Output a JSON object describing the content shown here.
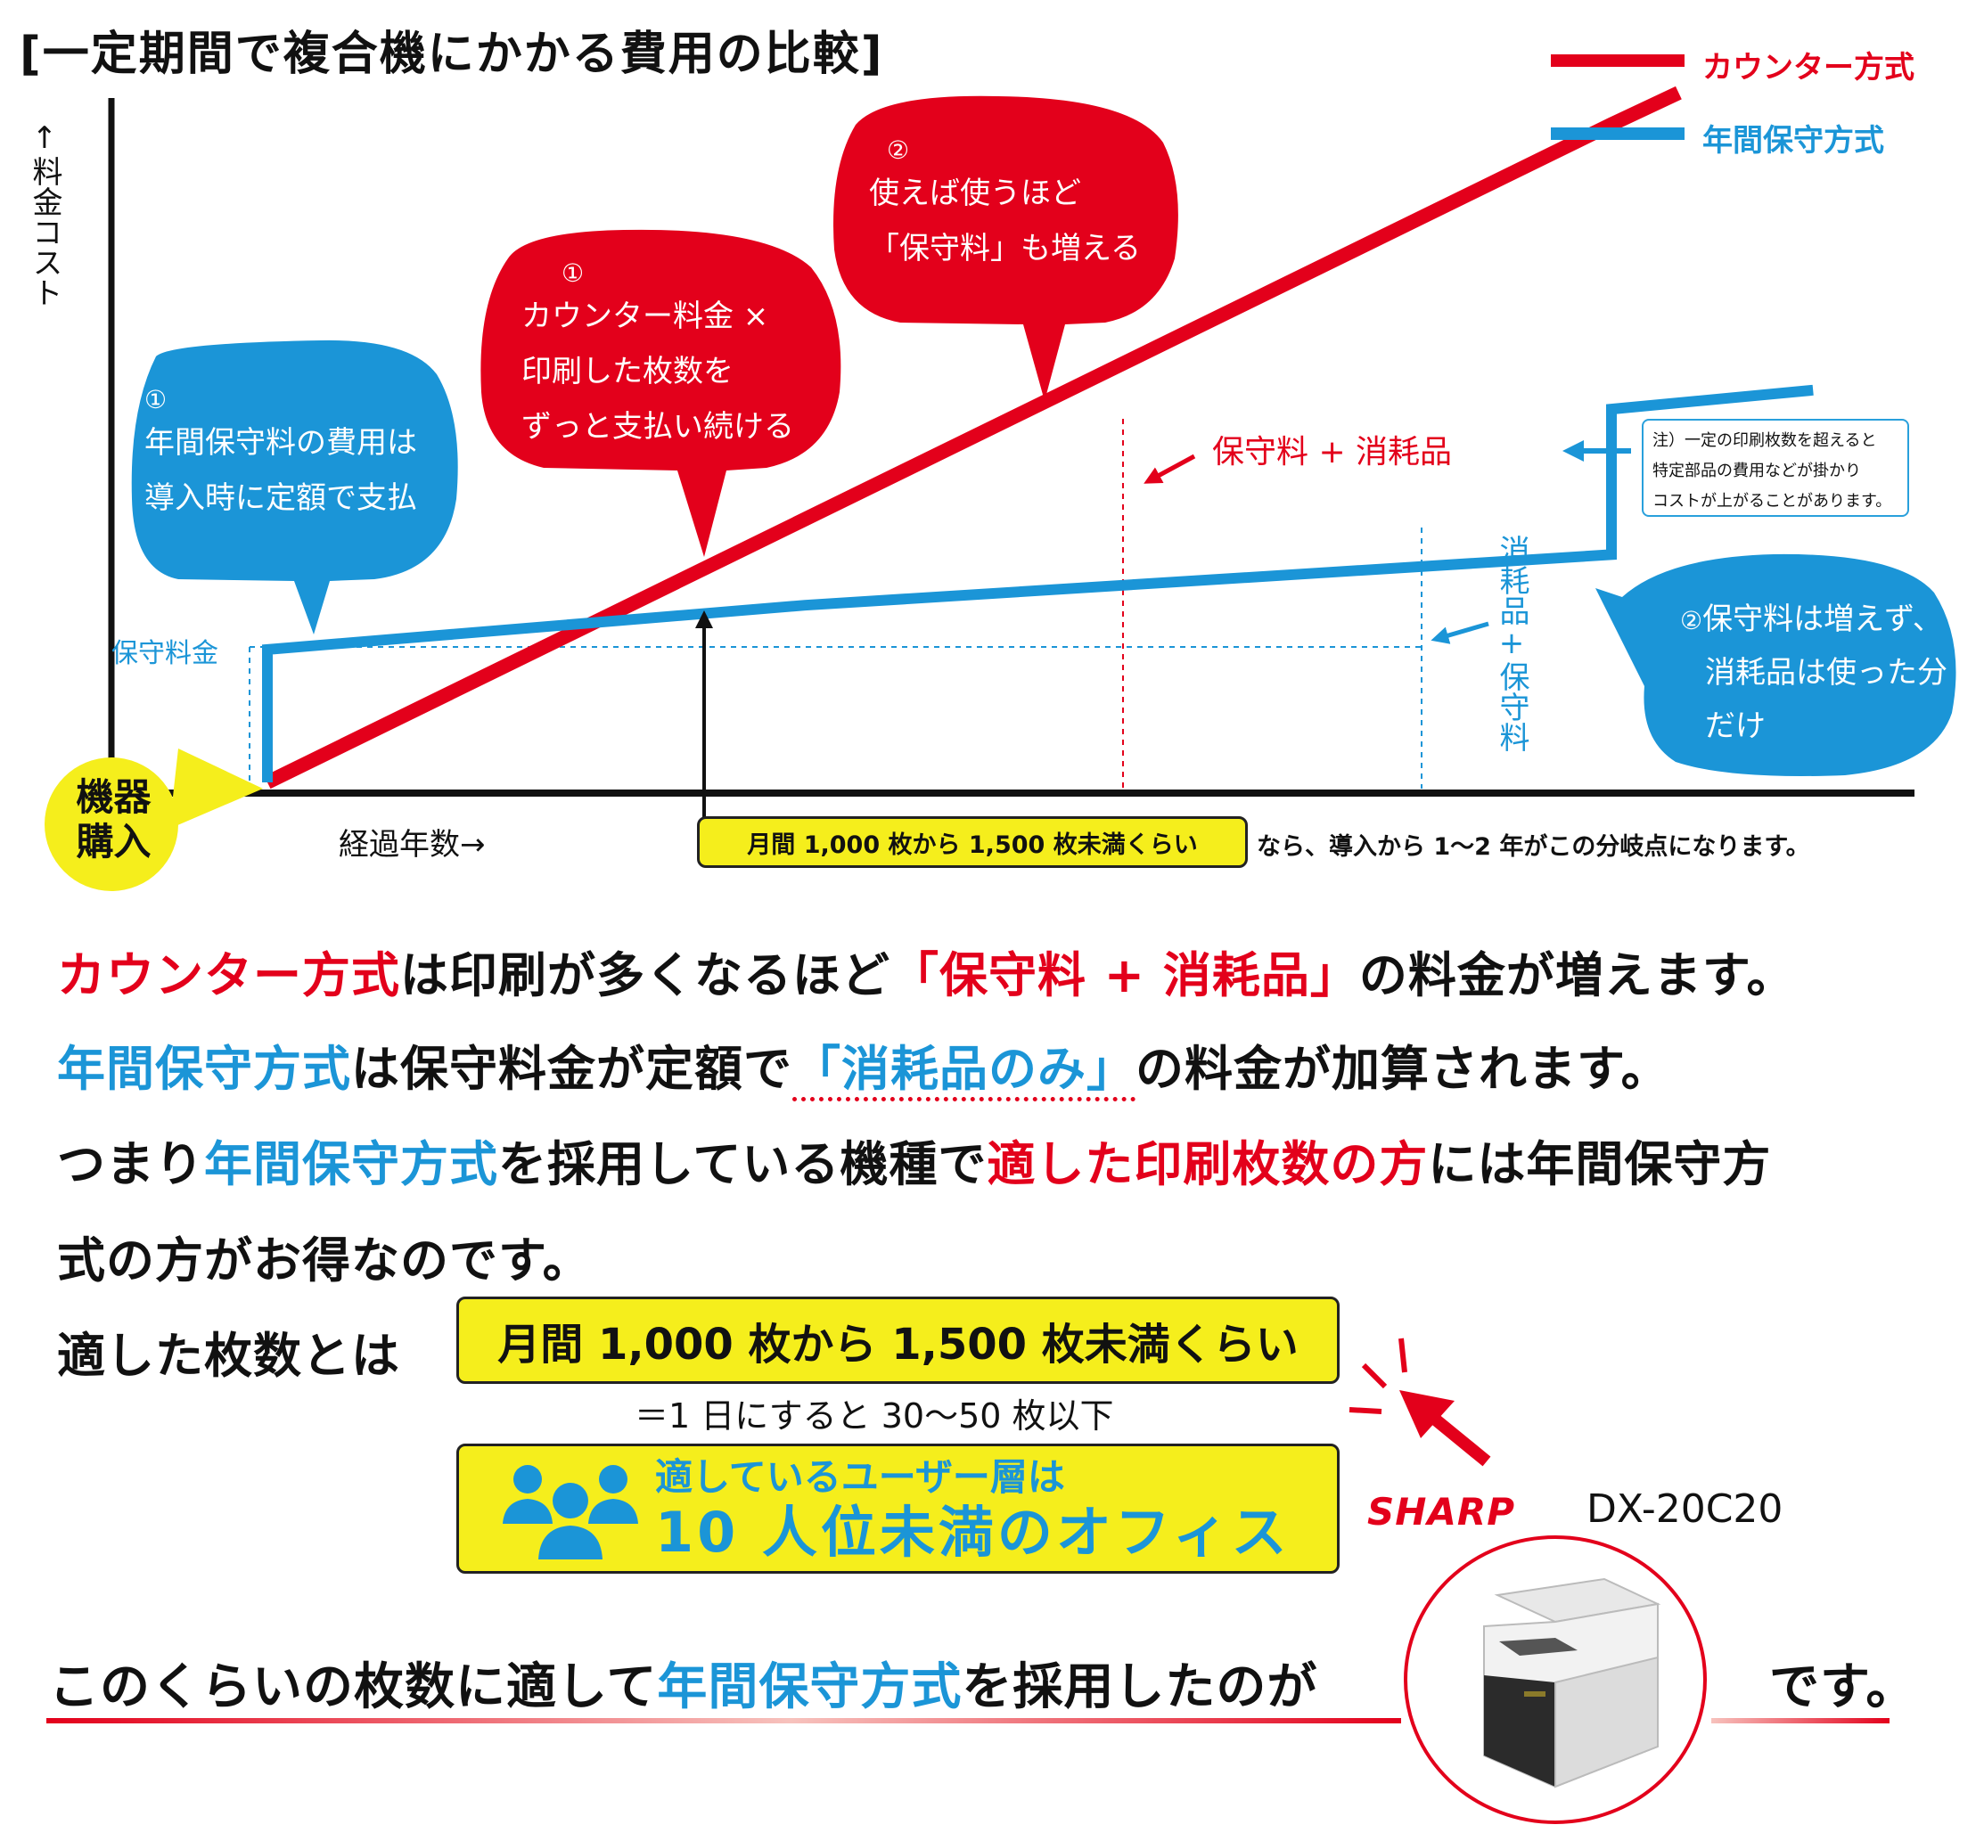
{
  "title": "[一定期間で複合機にかかる費用の比較]",
  "colors": {
    "counter": "#e3001b",
    "annual": "#1b95d7",
    "yellow": "#f5ee1c"
  },
  "chart_data": {
    "type": "line",
    "ylabel": "↑料金コスト",
    "xlabel": "経過年数→",
    "legend_position": "top-right",
    "series": [
      {
        "name": "カウンター方式",
        "color": "#e3001b",
        "points": [
          [
            0,
            0
          ],
          [
            1,
            0.26
          ],
          [
            2,
            0.52
          ],
          [
            3,
            0.78
          ],
          [
            4,
            1.04
          ],
          [
            4.2,
            1.09
          ]
        ]
      },
      {
        "name": "年間保守方式",
        "color": "#1b95d7",
        "points": [
          [
            0,
            0
          ],
          [
            0,
            0.21
          ],
          [
            1.6,
            0.28
          ],
          [
            4,
            0.36
          ],
          [
            4,
            0.59
          ],
          [
            4.6,
            0.62
          ]
        ]
      }
    ],
    "reference_label": "保守料金",
    "annotations": {
      "bubble_annual_1": {
        "num": "①",
        "lines": [
          "年間保守料の費用は",
          "導入時に定額で支払"
        ]
      },
      "bubble_counter_1": {
        "num": "①",
        "lines": [
          "カウンター料金 ×",
          "印刷した枚数を",
          "ずっと支払い続ける"
        ]
      },
      "bubble_counter_2": {
        "num": "②",
        "lines": [
          "使えば使うほど",
          "「保守料」も増える"
        ]
      },
      "bubble_annual_2": {
        "num": "②",
        "lines": [
          "保守料は増えず、",
          "消耗品は使った分",
          "だけ"
        ]
      },
      "label_counter_cost": "保守料 + 消耗品",
      "label_annual_cost": "消耗品+保守料",
      "note_lines": [
        "注）一定の印刷枚数を超えると",
        "特定部品の費用などが掛かり",
        "コストが上がることがあります。"
      ],
      "purchase": "機器購入",
      "crossover_box": "月間 1,000 枚から 1,500 枚未満くらい",
      "crossover_note": "なら、導入から 1～2 年がこの分岐点になります。"
    }
  },
  "text": {
    "l1_a": "カウンター方式",
    "l1_b": "は印刷が多くなるほど",
    "l1_c": "「保守料 + 消耗品」",
    "l1_d": "の料金が増えます。",
    "l2_a": "年間保守方式",
    "l2_b": "は保守料金が定額で",
    "l2_c": "「消耗品のみ」",
    "l2_d": "の料金が加算されます。",
    "l3_a": "つまり",
    "l3_b": "年間保守方式",
    "l3_c": "を採用している機種で",
    "l3_d": "適した印刷枚数の方",
    "l3_e": "には年間保守方",
    "l4": "式の方がお得なのです。",
    "l5_a": "適した枚数とは",
    "l5_box": "月間 1,000 枚から 1,500 枚未満くらい",
    "l5_sub": "＝1 日にすると 30～50 枚以下",
    "users_1": "適しているユーザー層は",
    "users_2": "10 人位未満のオフィス",
    "brand": "SHARP",
    "model": "DX-20C20",
    "last_a": "このくらいの枚数に適して",
    "last_b": "年間保守方式",
    "last_c": "を採用したのが",
    "last_d": "です。"
  }
}
